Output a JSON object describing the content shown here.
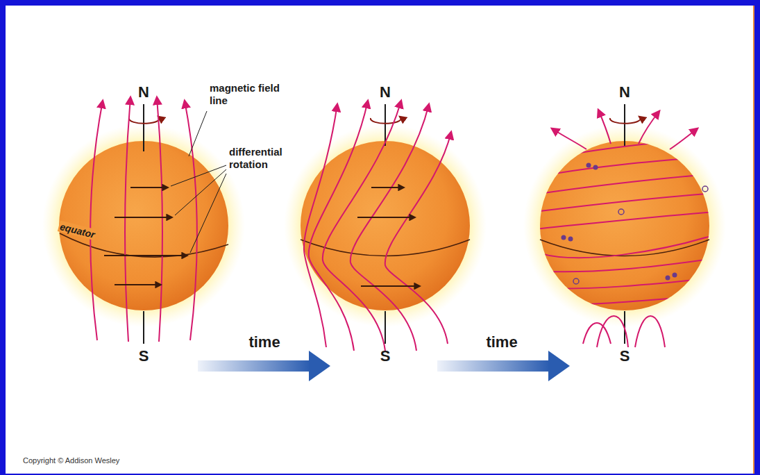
{
  "diagram": {
    "labels": [
      "N",
      "magnetic field line",
      "differential rotation",
      "equator",
      "S",
      "time",
      "N",
      "S",
      "time",
      "N",
      "S",
      "Copyright © Addison Wesley"
    ]
  }
}
